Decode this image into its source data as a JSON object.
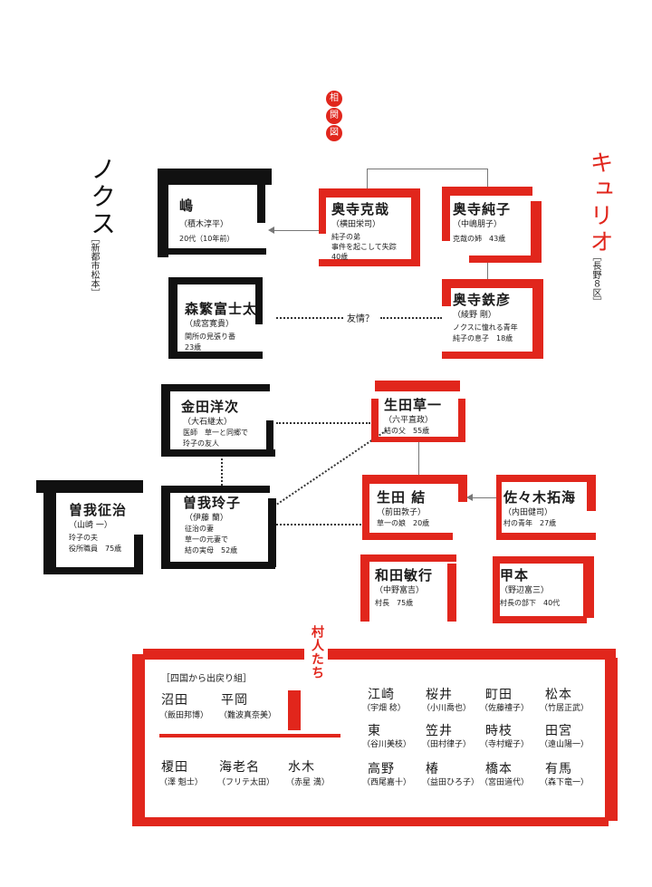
{
  "title_chars": [
    "相",
    "関",
    "図"
  ],
  "left_group": {
    "title": "ノクス",
    "location": "［新都市松本］"
  },
  "right_group": {
    "title": "キュリオ",
    "location": "［長野８区］"
  },
  "characters": {
    "shima": {
      "name": "嶋",
      "actor": "（積木淳平）",
      "desc": [
        "20代（10年前）"
      ]
    },
    "okudera_katsuya": {
      "name": "奥寺克哉",
      "actor": "（横田栄司）",
      "desc": [
        "純子の弟",
        "事件を起こして失踪",
        "40歳"
      ]
    },
    "okudera_junko": {
      "name": "奥寺純子",
      "actor": "（中嶋朋子）",
      "desc": [
        "克哉の姉　43歳"
      ]
    },
    "okudera_tetsuhiko": {
      "name": "奥寺鉄彦",
      "actor": "（綾野 剛）",
      "desc": [
        "ノクスに憧れる青年",
        "純子の息子　18歳"
      ]
    },
    "morishige": {
      "name": "森繁富士太",
      "actor": "（成宮寛貴）",
      "desc": [
        "関所の見張り番",
        "23歳"
      ]
    },
    "kaneda": {
      "name": "金田洋次",
      "actor": "（大石継太）",
      "desc": [
        "医師　草一と同郷で",
        "玲子の友人"
      ]
    },
    "ikuta_soichi": {
      "name": "生田草一",
      "actor": "（六平直政）",
      "desc": [
        "結の父　55歳"
      ]
    },
    "soga_seiji": {
      "name": "曽我征治",
      "actor": "（山崎 一）",
      "desc": [
        "玲子の夫",
        "役所職員　75歳"
      ]
    },
    "soga_reiko": {
      "name": "曽我玲子",
      "actor": "（伊藤 蘭）",
      "desc": [
        "征治の妻",
        "草一の元妻で",
        "結の実母　52歳"
      ]
    },
    "ikuta_yui": {
      "name": "生田 結",
      "actor": "（前田敦子）",
      "desc": [
        "草一の娘　20歳"
      ]
    },
    "sasaki": {
      "name": "佐々木拓海",
      "actor": "（内田健司）",
      "desc": [
        "村の青年　27歳"
      ]
    },
    "wada": {
      "name": "和田敏行",
      "actor": "（中野富吉）",
      "desc": [
        "村長　75歳"
      ]
    },
    "komoto": {
      "name": "甲本",
      "actor": "（野辺富三）",
      "desc": [
        "村長の部下　40代"
      ]
    }
  },
  "relation_label": "友情？",
  "villagers": {
    "title": "村人たち",
    "group_label": "［四国から出戻り組］",
    "group_members": [
      {
        "name": "沼田",
        "actor": "（飯田邦博）"
      },
      {
        "name": "平岡",
        "actor": "（難波真奈美）"
      }
    ],
    "others_left": [
      {
        "name": "榎田",
        "actor": "（澤 魁士）"
      },
      {
        "name": "海老名",
        "actor": "（フリテ太田）"
      },
      {
        "name": "水木",
        "actor": "（赤星 満）"
      }
    ],
    "grid": [
      {
        "name": "江崎",
        "actor": "（宇畑 稔）"
      },
      {
        "name": "桜井",
        "actor": "（小川喬也）"
      },
      {
        "name": "町田",
        "actor": "（佐藤禮子）"
      },
      {
        "name": "松本",
        "actor": "（竹居正武）"
      },
      {
        "name": "東",
        "actor": "（谷川美枝）"
      },
      {
        "name": "笠井",
        "actor": "（田村律子）"
      },
      {
        "name": "時枝",
        "actor": "（寺村耀子）"
      },
      {
        "name": "田宮",
        "actor": "（遠山陽一）"
      },
      {
        "name": "高野",
        "actor": "（西尾嘉十）"
      },
      {
        "name": "椿",
        "actor": "（益田ひろ子）"
      },
      {
        "name": "橋本",
        "actor": "（宮田道代）"
      },
      {
        "name": "有馬",
        "actor": "（森下竜一）"
      }
    ]
  },
  "colors": {
    "nox": "#111111",
    "curio": "#e1261c"
  }
}
